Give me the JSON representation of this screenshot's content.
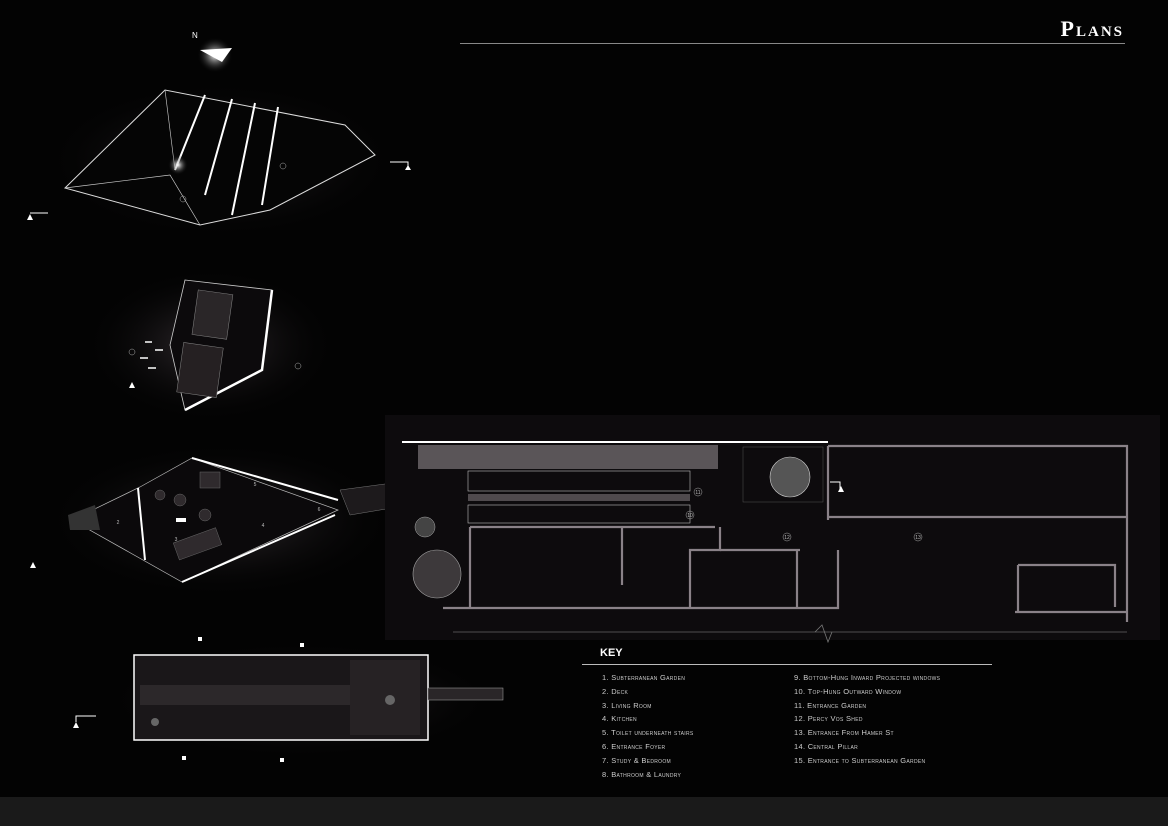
{
  "title": "Plans",
  "key": {
    "heading": "KEY",
    "items": [
      "1. Subterranean Garden",
      "2. Deck",
      "3. Living Room",
      "4. Kitchen",
      "5. Toilet underneath stairs",
      "6. Entrance Foyer",
      "7. Study & Bedroom",
      "8. Bathroom & Laundry",
      "9. Bottom-Hung Inward Projected windows",
      "10. Top-Hung Outward Window",
      "11. Entrance Garden",
      "12. Percy Vos Shed",
      "13. Entrance From Hamer St",
      "14. Central Pillar",
      "15. Entrance to Subterranean Garden"
    ]
  },
  "compass": {
    "label": "N"
  },
  "ground_plan_labels": [
    "2",
    "3",
    "4",
    "5",
    "6"
  ],
  "site_plan_labels": [
    "11",
    "10",
    "12",
    "13"
  ],
  "colors": {
    "background": "#030303",
    "wall": "#8a8288",
    "line": "#ffffff",
    "footer": "#1a1a1a"
  }
}
